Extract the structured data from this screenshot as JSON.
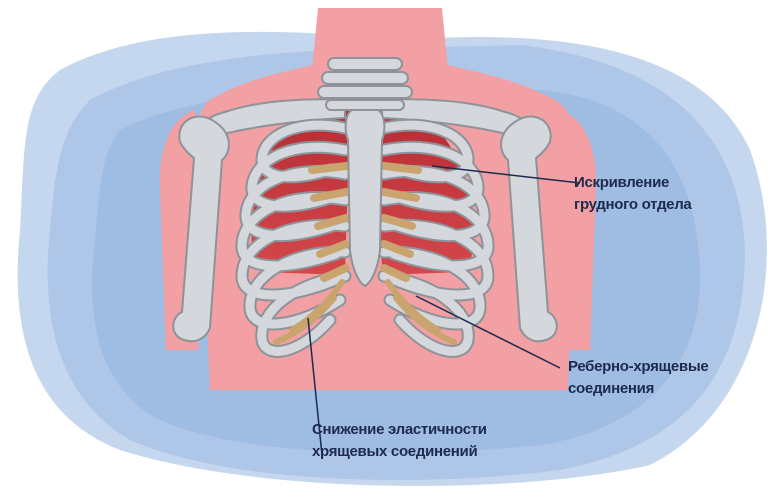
{
  "callouts": {
    "thoracic_curvature": {
      "line1": "Искривление",
      "line2": "грудного отдела"
    },
    "costal_joints": {
      "line1": "Реберно-хрящевые",
      "line2": "соединения"
    },
    "cartilage_elasticity": {
      "line1": "Снижение эластичности",
      "line2": "хрящевых соединений"
    }
  },
  "colors": {
    "background_light": "#c5d7ee",
    "background_mid": "#a9c3e6",
    "background_dark": "#8fb0dc",
    "skin": "#f2a0a3",
    "bone": "#d4d8dc",
    "bone_outline": "#8d9399",
    "lung": "#c8363c",
    "cartilage": "#c9a46e",
    "text": "#1d2a4e",
    "leader_line": "#1d2a4e"
  }
}
